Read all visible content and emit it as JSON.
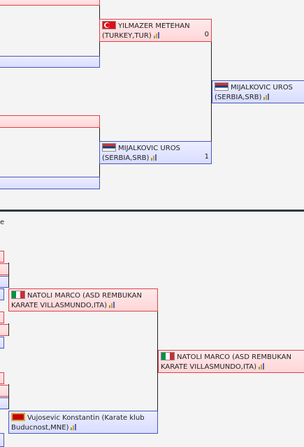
{
  "section_label": "e",
  "top_bracket": {
    "match1": {
      "top": {
        "name": "YILMAZER METEHAN",
        "country": "(TURKEY,TUR)",
        "flag": "flag-tr",
        "score": "0"
      },
      "bottom": {
        "name": "MIJALKOVIC UROS",
        "country": "(SERBIA,SRB)",
        "flag": "flag-rs",
        "score": "1"
      }
    },
    "winner": {
      "name": "MIJALKOVIC UROS",
      "country": "(SERBIA,SRB)",
      "flag": "flag-rs"
    }
  },
  "bottom_bracket": {
    "match1": {
      "top": {
        "name": "NATOLI MARCO (ASD REMBUKAN",
        "country": "KARATE VILLASMUNDO,ITA)",
        "flag": "flag-it"
      },
      "bottom": {
        "name": "Vujosevic Konstantin (Karate klub",
        "country": "Buducnost,MNE)",
        "flag": "flag-me"
      }
    },
    "winner": {
      "name": "NATOLI MARCO (ASD REMBUKAN",
      "country": "KARATE VILLASMUNDO,ITA)",
      "flag": "flag-it"
    }
  },
  "colors": {
    "red_border": "#d9434b",
    "blue_border": "#4b56b8",
    "separator": "#2f3640"
  }
}
